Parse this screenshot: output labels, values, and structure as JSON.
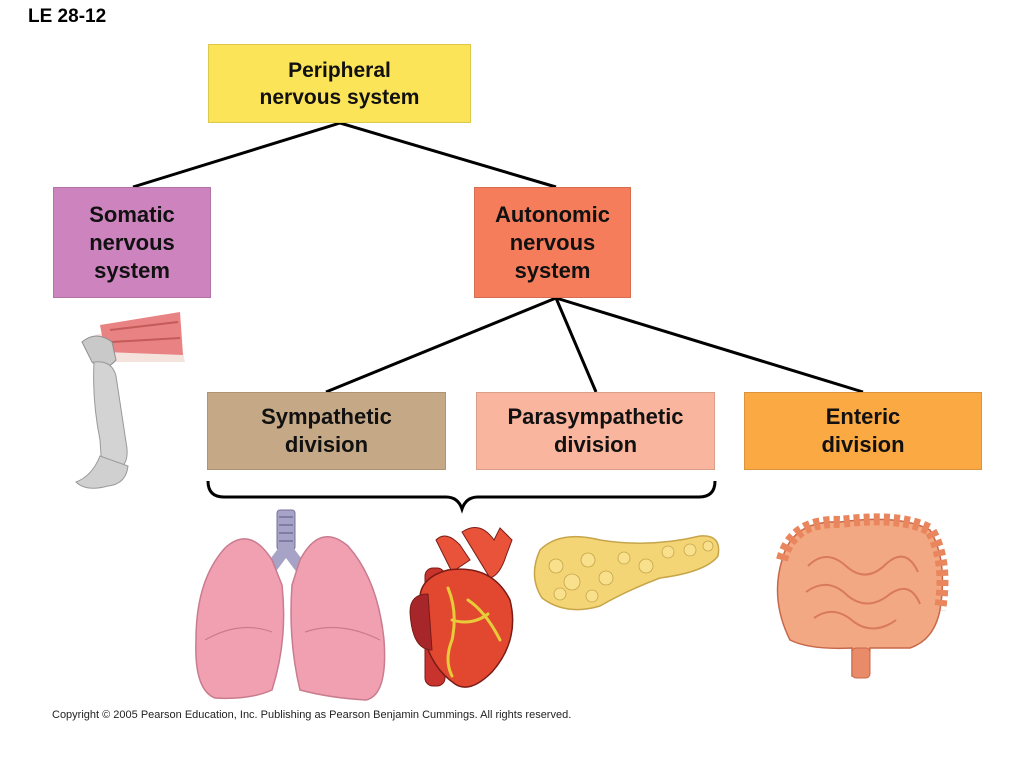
{
  "figure_label": "LE 28-12",
  "nodes": {
    "pns": {
      "label": "Peripheral\nnervous system",
      "color": "#fce459"
    },
    "somatic": {
      "label": "Somatic\nnervous\nsystem",
      "color": "#cd83be"
    },
    "autonomic": {
      "label": "Autonomic\nnervous\nsystem",
      "color": "#f57d5c"
    },
    "sympathetic": {
      "label": "Sympathetic\ndivision",
      "color": "#c5a986"
    },
    "parasympathetic": {
      "label": "Parasympathetic\ndivision",
      "color": "#f9b59d"
    },
    "enteric": {
      "label": "Enteric\ndivision",
      "color": "#fba943"
    }
  },
  "edges": [
    [
      "pns",
      "somatic"
    ],
    [
      "pns",
      "autonomic"
    ],
    [
      "autonomic",
      "sympathetic"
    ],
    [
      "autonomic",
      "parasympathetic"
    ],
    [
      "autonomic",
      "enteric"
    ]
  ],
  "illustrations": [
    "leg-muscle-illustration",
    "lungs-illustration",
    "heart-illustration",
    "pancreas-illustration",
    "intestines-illustration"
  ],
  "copyright": "Copyright © 2005 Pearson Education, Inc. Publishing as Pearson Benjamin Cummings. All rights reserved."
}
